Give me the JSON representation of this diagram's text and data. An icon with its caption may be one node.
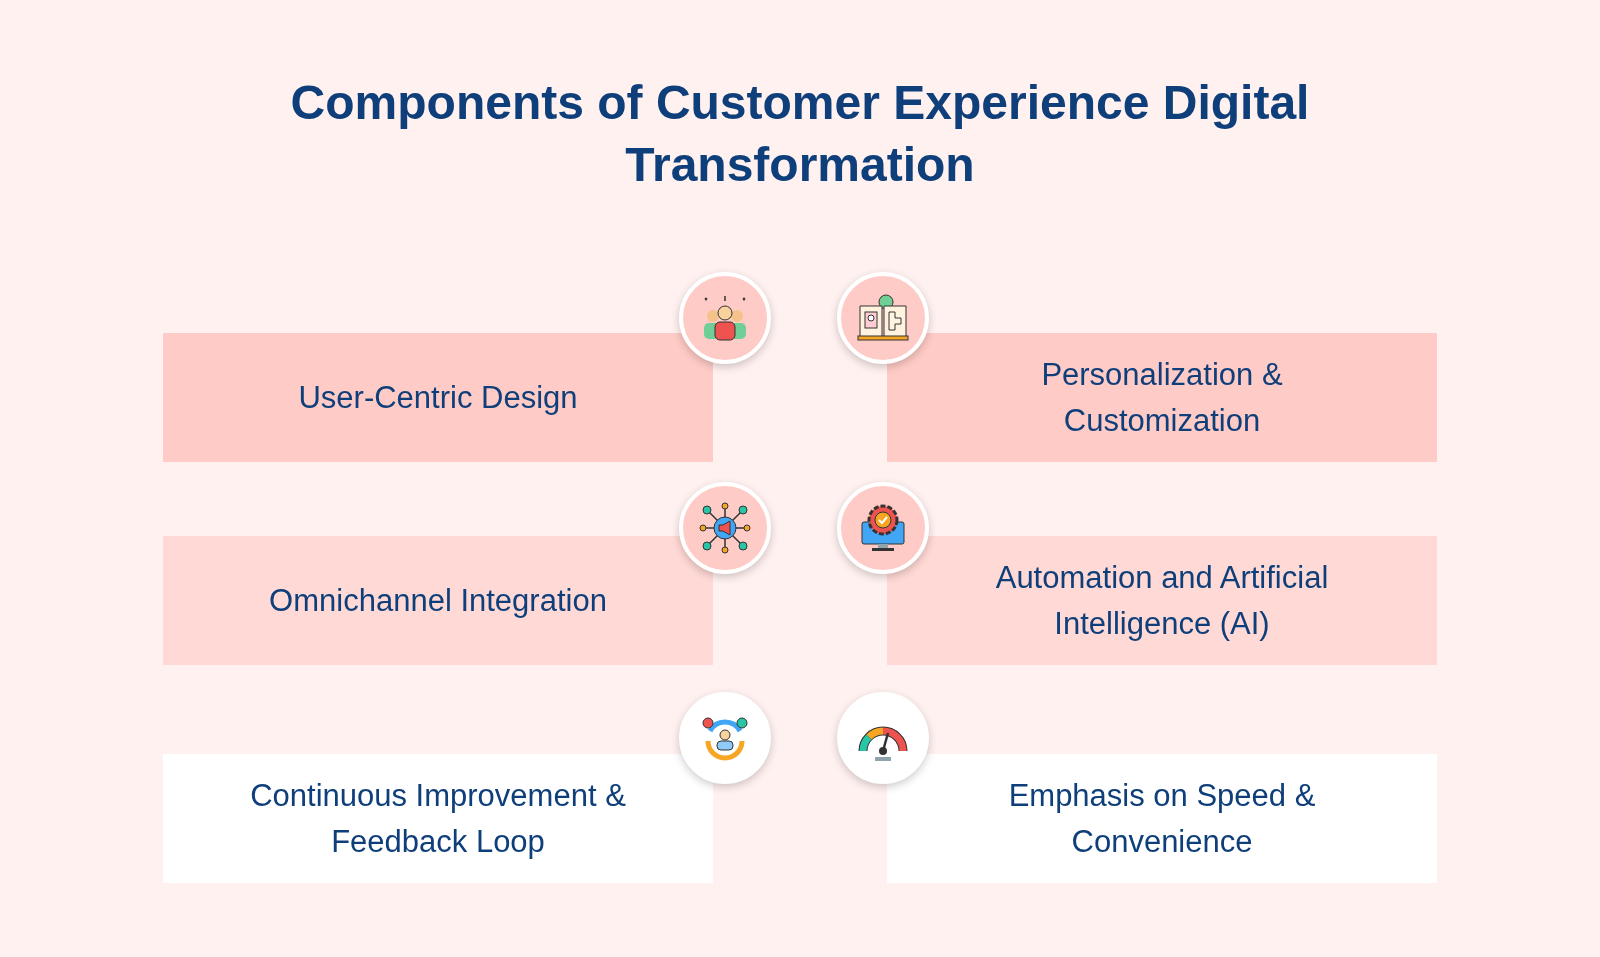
{
  "diagram": {
    "title": "Components of Customer Experience Digital Transformation",
    "nodes": [
      {
        "text": [
          "User-Centric Design"
        ]
      },
      {
        "text": [
          "Personalization & Customization"
        ]
      },
      {
        "text": [
          "Omnichannel Integration"
        ]
      },
      {
        "text": [
          "Automation and Artificial Intelligence (AI)"
        ]
      },
      {
        "text": [
          "Continuous Improvement & Feedback Loop"
        ]
      },
      {
        "text": [
          "Emphasis on Speed & Convenience"
        ]
      }
    ]
  }
}
